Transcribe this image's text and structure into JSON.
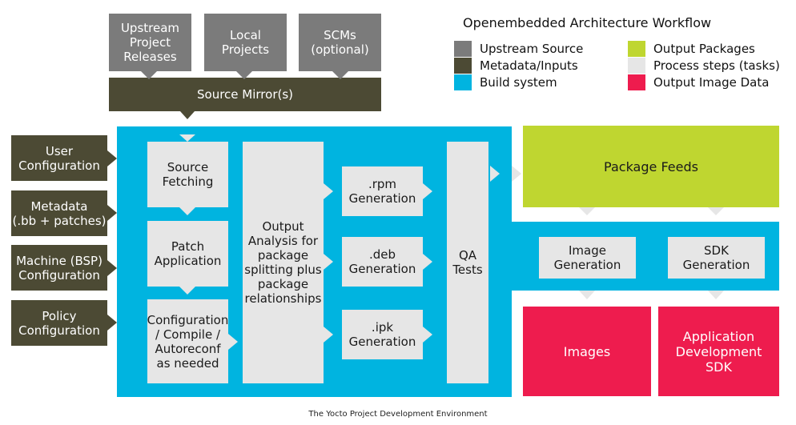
{
  "title": "Openembedded Architecture Workflow",
  "legend": [
    {
      "label": "Upstream Source",
      "color": "#7b7b7b"
    },
    {
      "label": "Metadata/Inputs",
      "color": "#4c4a34"
    },
    {
      "label": "Build system",
      "color": "#00b4e0"
    },
    {
      "label": "Output Packages",
      "color": "#bfd630"
    },
    {
      "label": "Process steps (tasks)",
      "color": "#e6e6e6"
    },
    {
      "label": "Output Image Data",
      "color": "#ee1c4e"
    }
  ],
  "upstream": {
    "project_releases": "Upstream\nProject\nReleases",
    "local_projects": "Local\nProjects",
    "scms": "SCMs\n(optional)"
  },
  "source_mirror": "Source Mirror(s)",
  "inputs": {
    "user_config": "User\nConfiguration",
    "metadata": "Metadata\n(.bb + patches)",
    "machine": "Machine (BSP)\nConfiguration",
    "policy": "Policy\nConfiguration"
  },
  "steps": {
    "source_fetching": "Source\nFetching",
    "patch_application": "Patch\nApplication",
    "configuration": "Configuration\n/ Compile /\nAutoreconf\nas needed",
    "output_analysis": "Output\nAnalysis for\npackage\nsplitting plus\npackage\nrelationships",
    "rpm": ".rpm\nGeneration",
    "deb": ".deb\nGeneration",
    "ipk": ".ipk\nGeneration",
    "qa": "QA\nTests",
    "image_generation": "Image\nGeneration",
    "sdk_generation": "SDK\nGeneration"
  },
  "package_feeds": "Package Feeds",
  "outputs": {
    "images": "Images",
    "sdk": "Application\nDevelopment\nSDK"
  },
  "caption": "The Yocto Project Development Environment"
}
